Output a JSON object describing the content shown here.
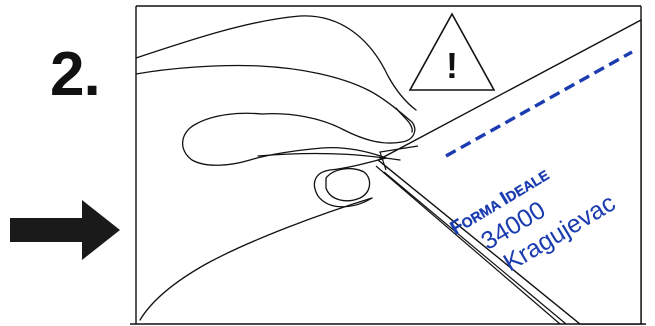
{
  "step": {
    "number": "2."
  },
  "warning": {
    "symbol": "!"
  },
  "label": {
    "brand_first_initial": "F",
    "brand_first_rest": "ORMA",
    "brand_second_initial": "I",
    "brand_second_rest": "DEALE",
    "postal_code": "34000",
    "city": "Kragujevac"
  },
  "colors": {
    "ink": "#111111",
    "label_blue": "#1a3cb0"
  },
  "icons": [
    "arrow-right-icon",
    "warning-triangle-icon",
    "hand-illustration",
    "envelope-flap"
  ]
}
